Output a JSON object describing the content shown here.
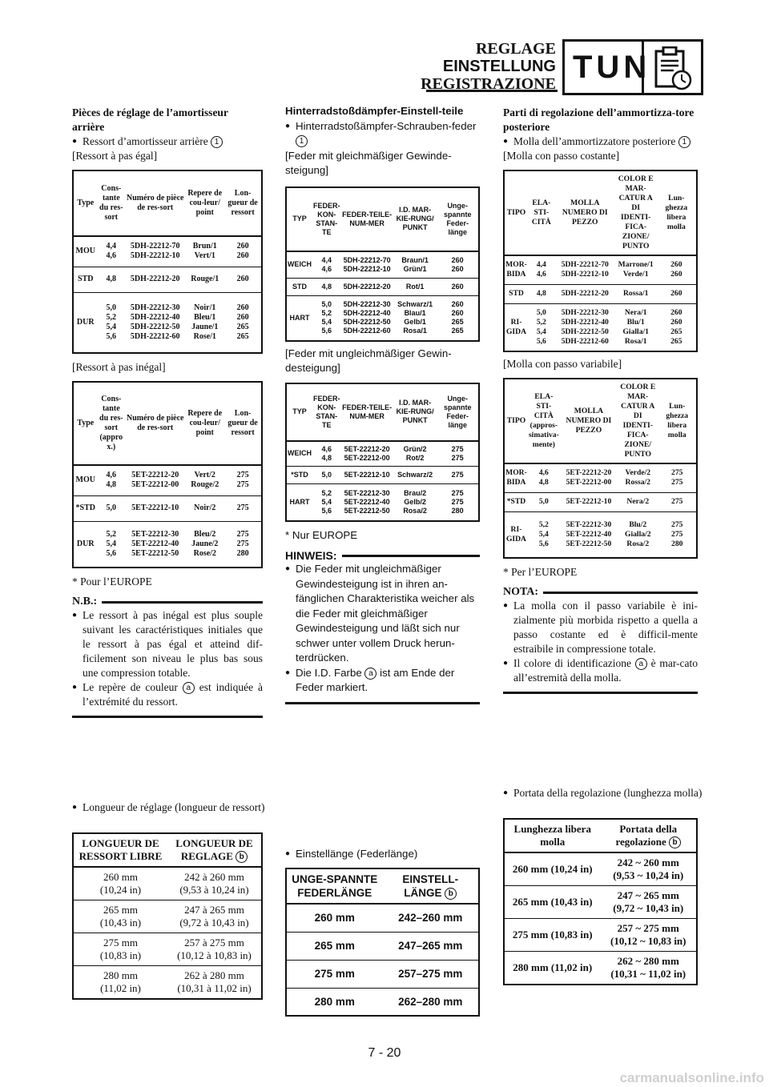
{
  "header": {
    "title_fr": "REGLAGE",
    "title_de": "EINSTELLUNG",
    "title_it": "REGISTRAZIONE",
    "badge": "TUN",
    "badge_icon": "checklist-clock-icon"
  },
  "fr": {
    "heading": "Pièces de réglage de l’amortisseur arrière",
    "bullet1": "Ressort d’amortisseur arrière",
    "bullet1_ref": "1",
    "sub_equal": "[Ressort à pas égal]",
    "table1": {
      "headers": [
        "Type",
        "Cons-tante du res-sort",
        "Numéro de pièce de res-sort",
        "Repere de cou-leur/ point",
        "Lon-gueur de ressort"
      ],
      "rows": [
        [
          "MOU",
          "4,4\n4,6",
          "5DH-22212-70\n5DH-22212-10",
          "Brun/1\nVert/1",
          "260\n260"
        ],
        [
          "STD",
          "4,8",
          "5DH-22212-20",
          "Rouge/1",
          "260"
        ],
        [
          "DUR",
          "5,0\n5,2\n5,4\n5,6",
          "5DH-22212-30\n5DH-22212-40\n5DH-22212-50\n5DH-22212-60",
          "Noir/1\nBleu/1\nJaune/1\nRose/1",
          "260\n260\n265\n265"
        ]
      ]
    },
    "sub_unequal": "[Ressort à pas inégal]",
    "table2": {
      "headers": [
        "Type",
        "Cons-tante du res-sort (appro x.)",
        "Numéro de pièce de res-sort",
        "Repere de cou-leur/ point",
        "Lon-gueur de ressort"
      ],
      "rows": [
        [
          "MOU",
          "4,6\n4,8",
          "5ET-22212-20\n5ET-22212-00",
          "Vert/2\nRouge/2",
          "275\n275"
        ],
        [
          "*STD",
          "5,0",
          "5ET-22212-10",
          "Noir/2",
          "275"
        ],
        [
          "DUR",
          "5,2\n5,4\n5,6",
          "5ET-22212-30\n5ET-22212-40\n5ET-22212-50",
          "Bleu/2\nJaune/2\nRose/2",
          "275\n275\n280"
        ]
      ]
    },
    "footnote": "* Pour l’EUROPE",
    "note_label": "N.B.:",
    "note1": "Le ressort à pas inégal est plus souple suivant les caractéristiques initiales que le ressort à pas égal et atteind dif-ficilement son niveau le plus bas sous une compression totable.",
    "note2_a": "Le repère de couleur",
    "note2_ref": "a",
    "note2_b": "est indiquée à l’extrémité du ressort.",
    "adj_bullet": "Longueur de réglage (longueur de ressort)",
    "adj_table": {
      "h1": "LONGUEUR DE RESSORT LIBRE",
      "h2": "LONGUEUR DE REGLAGE",
      "h2_ref": "b",
      "rows": [
        [
          "260 mm\n(10,24 in)",
          "242 à 260 mm\n(9,53 à 10,24 in)"
        ],
        [
          "265 mm\n(10,43 in)",
          "247 à 265 mm\n(9,72 à 10,43 in)"
        ],
        [
          "275 mm\n(10,83 in)",
          "257 à 275 mm\n(10,12 à 10,83 in)"
        ],
        [
          "280 mm\n(11,02 in)",
          "262 à 280 mm\n(10,31 à 11,02 in)"
        ]
      ]
    }
  },
  "de": {
    "heading": "Hinterradstoßdämpfer-Einstell-teile",
    "bullet1": "Hinterradstoßämpfer-Schrauben-feder",
    "bullet1_ref": "1",
    "sub_equal": "[Feder mit gleichmäßiger Gewinde-steigung]",
    "table1": {
      "headers": [
        "TYP",
        "FEDER-KON-STAN-TE",
        "FEDER-TEILE-NUM-MER",
        "I.D. MAR-KIE-RUNG/ PUNKT",
        "Unge-spannte Feder-länge"
      ],
      "rows": [
        [
          "WEICH",
          "4,4\n4,6",
          "5DH-22212-70\n5DH-22212-10",
          "Braun/1\nGrün/1",
          "260\n260"
        ],
        [
          "STD",
          "4,8",
          "5DH-22212-20",
          "Rot/1",
          "260"
        ],
        [
          "HART",
          "5,0\n5,2\n5,4\n5,6",
          "5DH-22212-30\n5DH-22212-40\n5DH-22212-50\n5DH-22212-60",
          "Schwarz/1\nBlau/1\nGelb/1\nRosa/1",
          "260\n260\n265\n265"
        ]
      ]
    },
    "sub_unequal": "[Feder mit ungleichmäßiger Gewin-desteigung]",
    "table2": {
      "headers": [
        "TYP",
        "FEDER-KON-STAN-TE",
        "FEDER-TEILE-NUM-MER",
        "I.D. MAR-KIE-RUNG/ PUNKT",
        "Unge-spannte Feder-länge"
      ],
      "rows": [
        [
          "WEICH",
          "4,6\n4,8",
          "5ET-22212-20\n5ET-22212-00",
          "Grün/2\nRot/2",
          "275\n275"
        ],
        [
          "*STD",
          "5,0",
          "5ET-22212-10",
          "Schwarz/2",
          "275"
        ],
        [
          "HART",
          "5,2\n5,4\n5,6",
          "5ET-22212-30\n5ET-22212-40\n5ET-22212-50",
          "Brau/2\nGelb/2\nRosa/2",
          "275\n275\n280"
        ]
      ]
    },
    "footnote": "* Nur EUROPE",
    "note_label": "HINWEIS:",
    "note1": "Die Feder mit ungleichmäßiger Gewindesteigung ist in ihren an-fänglichen Charakteristika weicher als die Feder mit gleichmäßiger Gewindesteigung und läßt sich nur schwer unter vollem Druck herun-terdrücken.",
    "note2_a": "Die I.D. Farbe",
    "note2_ref": "a",
    "note2_b": "ist am Ende der Feder markiert.",
    "adj_bullet": "Einstellänge (Federlänge)",
    "adj_table": {
      "h1": "UNGE-SPANNTE FEDERLÄNGE",
      "h2": "EINSTELL-LÄNGE",
      "h2_ref": "b",
      "rows": [
        [
          "260 mm",
          "242–260 mm"
        ],
        [
          "265 mm",
          "247–265 mm"
        ],
        [
          "275 mm",
          "257–275 mm"
        ],
        [
          "280 mm",
          "262–280 mm"
        ]
      ]
    }
  },
  "it": {
    "heading": "Parti di regolazione dell’ammortizza-tore posteriore",
    "bullet1": "Molla dell’ammortizzatore posteriore",
    "bullet1_ref": "1",
    "sub_equal": "[Molla con passo costante]",
    "table1": {
      "headers": [
        "TIPO",
        "ELA-STI-CITÀ",
        "MOLLA NUMERO DI PEZZO",
        "COLOR E MAR-CATUR A DI IDENTI-FICA-ZIONE/ PUNTO",
        "Lun-ghezza libera molla"
      ],
      "rows": [
        [
          "MOR-BIDA",
          "4,4\n4,6",
          "5DH-22212-70\n5DH-22212-10",
          "Marrone/1\nVerde/1",
          "260\n260"
        ],
        [
          "STD",
          "4,8",
          "5DH-22212-20",
          "Rossa/1",
          "260"
        ],
        [
          "RI-GIDA",
          "5,0\n5,2\n5,4\n5,6",
          "5DH-22212-30\n5DH-22212-40\n5DH-22212-50\n5DH-22212-60",
          "Nera/1\nBlu/1\nGialla/1\nRosa/1",
          "260\n260\n265\n265"
        ]
      ]
    },
    "sub_unequal": "[Molla con passo variabile]",
    "table2": {
      "headers": [
        "TIPO",
        "ELA-STI-CITÀ (appros-simativa-mente)",
        "MOLLA NUMERO DI PEZZO",
        "COLOR E MAR-CATUR A DI IDENTI-FICA-ZIONE/ PUNTO",
        "Lun-ghezza libera molla"
      ],
      "rows": [
        [
          "MOR-BIDA",
          "4,6\n4,8",
          "5ET-22212-20\n5ET-22212-00",
          "Verde/2\nRossa/2",
          "275\n275"
        ],
        [
          "*STD",
          "5,0",
          "5ET-22212-10",
          "Nera/2",
          "275"
        ],
        [
          "RI-GIDA",
          "5,2\n5,4\n5,6",
          "5ET-22212-30\n5ET-22212-40\n5ET-22212-50",
          "Blu/2\nGialla/2\nRosa/2",
          "275\n275\n280"
        ]
      ]
    },
    "footnote": "* Per l’EUROPE",
    "note_label": "NOTA:",
    "note1": "La molla con il passo variabile è ini-zialmente più morbida rispetto a quella a passo costante ed è difficil-mente estraibile in compressione totale.",
    "note2_a": "Il colore di identificazione",
    "note2_ref": "a",
    "note2_b": "è mar-cato all’estremità della molla.",
    "adj_bullet": "Portata della regolazione (lunghezza molla)",
    "adj_table": {
      "h1": "Lunghezza libera molla",
      "h2": "Portata della regolazione",
      "h2_ref": "b",
      "rows": [
        [
          "260 mm (10,24 in)",
          "242 ~ 260 mm\n(9,53 ~ 10,24 in)"
        ],
        [
          "265 mm (10,43 in)",
          "247 ~ 265 mm\n(9,72 ~ 10,43 in)"
        ],
        [
          "275 mm (10,83 in)",
          "257 ~ 275 mm\n(10,12 ~ 10,83 in)"
        ],
        [
          "280 mm (11,02 in)",
          "262 ~ 280 mm\n(10,31 ~ 11,02 in)"
        ]
      ]
    }
  },
  "page_number": "7 - 20",
  "watermark": "carmanualsonline.info"
}
